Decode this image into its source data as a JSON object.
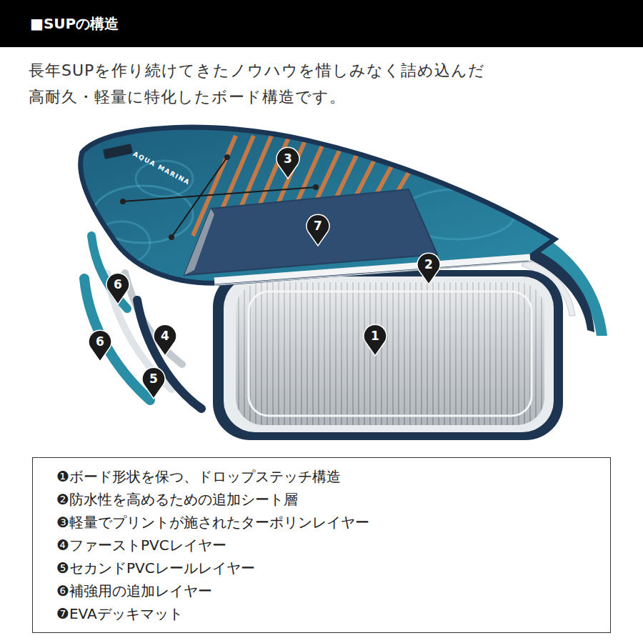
{
  "diagram": {
    "title": "■SUPの構造",
    "nodes": [
      {
        "text": [
          "❶ボード形状を保つ、ドロップステッチ構造",
          "❷防水性を高めるための追加シート層",
          "❸軽量でプリントが施されたターポリンレイヤー",
          "❹ファーストPVCレイヤー",
          "❺セカンドPVCレールレイヤー",
          "❻補強用の追加レイヤー",
          "❼EVAデッキマット"
        ]
      }
    ],
    "labels": [
      "長年SUPを作り続けてきたノウハウを惜しみなく詰め込んだ",
      "高耐久・軽量に特化したボード構造です。",
      "AQUA MARINA",
      "3",
      "7",
      "2",
      "6",
      "1",
      "6",
      "4",
      "5"
    ]
  }
}
